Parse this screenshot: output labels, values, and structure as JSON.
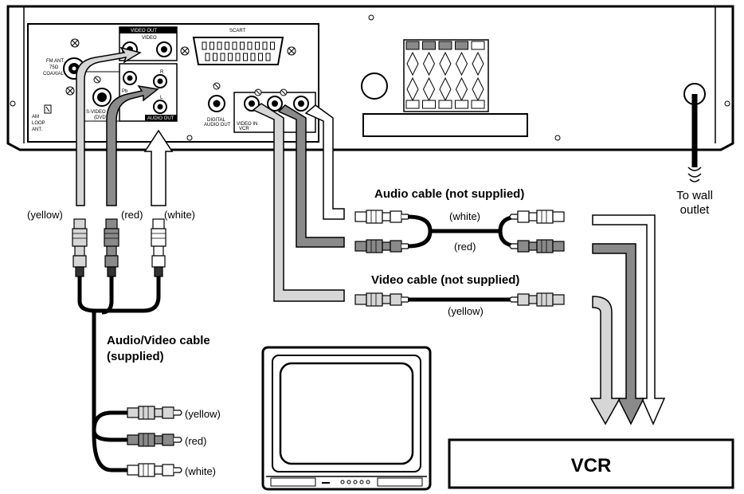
{
  "panel_labels": {
    "fm_ant": "FM ANT.",
    "ohm": "75Ω",
    "coaxial": "COAXIAL",
    "am": "AM",
    "loop": "LOOP",
    "ant": "ANT.",
    "video_out": "VIDEO OUT",
    "video": "VIDEO",
    "pb": "Pb",
    "r": "R",
    "l": "L",
    "audio_out": "AUDIO OUT",
    "svideo_out": "S-VIDEO OUT",
    "dvd": "(DVD)",
    "scart": "SCART",
    "digital": "DIGITAL",
    "digital_audio_out": "AUDIO OUT",
    "video_in": "VIDEO IN",
    "vcr": "VCR"
  },
  "labels": {
    "yellow": "(yellow)",
    "red": "(red)",
    "white": "(white)",
    "audio_cable": "Audio cable (not supplied)",
    "video_cable": "Video cable (not supplied)",
    "av_cable_line1": "Audio/Video cable",
    "av_cable_line2": "(supplied)",
    "wall_line1": "To wall",
    "wall_line2": "outlet",
    "vcr": "VCR"
  },
  "colors": {
    "yellow_plug": "#d6d6d6",
    "red_plug": "#8a8a8a",
    "white_plug": "#ffffff",
    "line": "#000000"
  }
}
